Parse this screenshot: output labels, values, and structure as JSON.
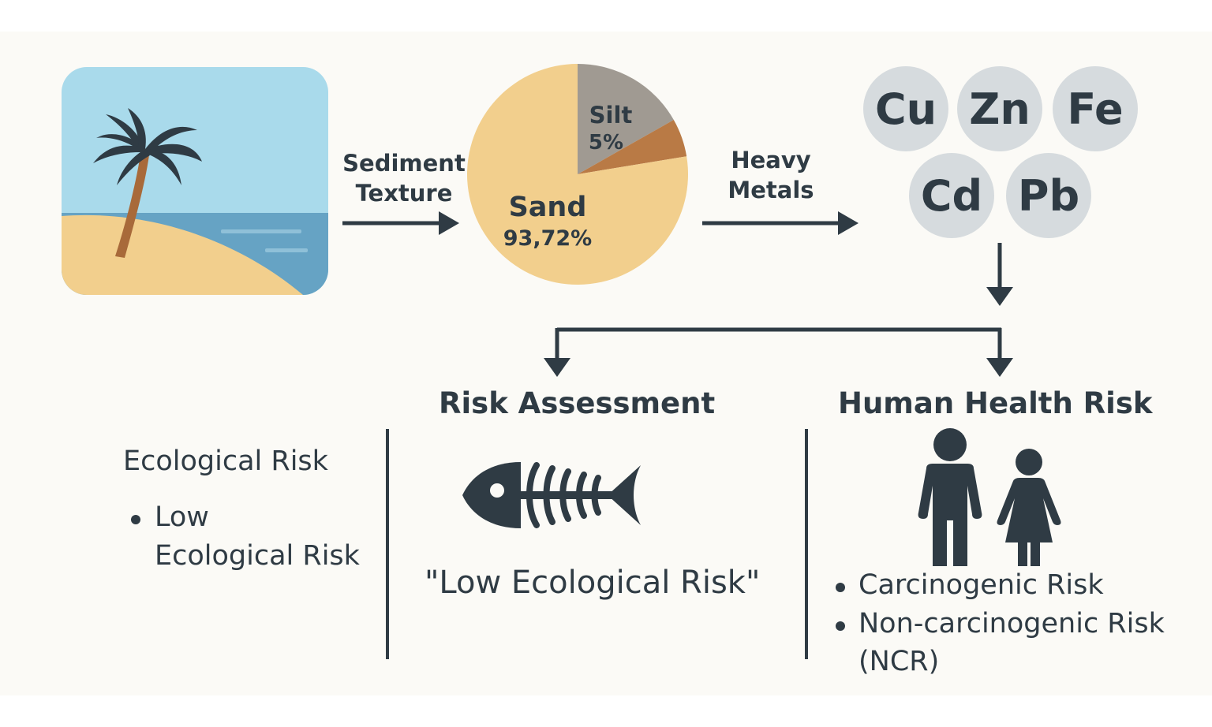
{
  "colors": {
    "dark": "#2f3b44",
    "background": "#fbfaf6",
    "sky": "#a9daeb",
    "sea": "#66a3c4",
    "sand": "#f2cf8d",
    "silt": "#a09a92",
    "clay": "#b97a45",
    "metal_bubble": "#d6dbde",
    "palm_trunk": "#a86a3a"
  },
  "icons": {
    "beach": "beach-palm-icon",
    "fish": "fish-skeleton-icon",
    "people": "people-icon"
  },
  "sediment": {
    "label_line1": "Sediment",
    "label_line2": "Texture"
  },
  "pie": {
    "slices": [
      {
        "name": "Silt",
        "value_label": "5%",
        "fraction": 0.168,
        "color": "#a09a92"
      },
      {
        "name": "",
        "value_label": "",
        "fraction": 0.056,
        "color": "#b97a45"
      },
      {
        "name": "Sand",
        "value_label": "93,72%",
        "fraction": 0.776,
        "color": "#f2cf8d"
      }
    ]
  },
  "heavy_metals": {
    "label_line1": "Heavy",
    "label_line2": "Metals",
    "items": [
      "Cu",
      "Zn",
      "Fe",
      "Cd",
      "Pb"
    ]
  },
  "risk_assessment": {
    "title": "Risk Assessment",
    "quote": "\"Low Ecological Risk\""
  },
  "ecological": {
    "title": "Ecological Risk",
    "bullet_line1": "Low",
    "bullet_line2": "Ecological Risk"
  },
  "human_health": {
    "title": "Human Health Risk",
    "bullets": [
      "Carcinogenic Risk",
      "Non-carcinogenic Risk",
      "(NCR)"
    ]
  }
}
